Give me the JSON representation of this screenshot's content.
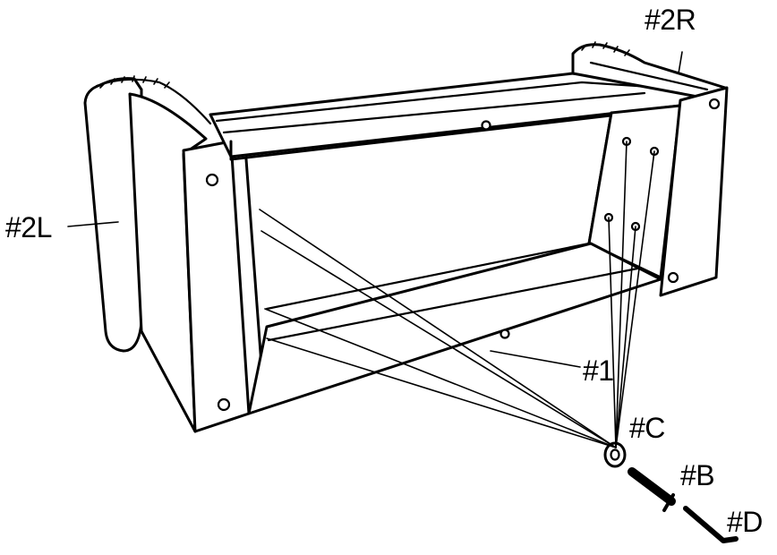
{
  "labels": {
    "left_arm": "#2L",
    "right_arm": "#2R",
    "frame": "#1",
    "washer": "#C",
    "bolt": "#B",
    "allen_key": "#D"
  }
}
